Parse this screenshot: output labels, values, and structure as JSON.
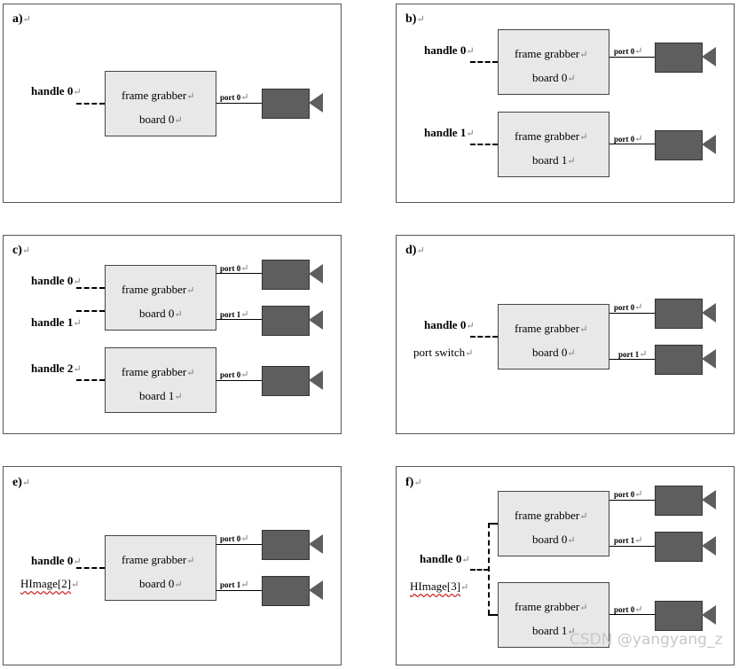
{
  "return_mark": "↵",
  "board_line1": "frame grabber",
  "panels": {
    "a": {
      "label": "a)",
      "handle_0": "handle 0",
      "board_0_line2": "board 0",
      "port_0": "port 0"
    },
    "b": {
      "label": "b)",
      "handle_0": "handle 0",
      "handle_1": "handle 1",
      "board_0_line2": "board 0",
      "board_1_line2": "board 1",
      "port_0_top": "port 0",
      "port_0_bottom": "port 0"
    },
    "c": {
      "label": "c)",
      "handle_0": "handle 0",
      "handle_1": "handle 1",
      "handle_2": "handle 2",
      "board_0_line2": "board 0",
      "board_1_line2": "board 1",
      "port_0_top": "port 0",
      "port_1": "port 1",
      "port_0_bottom": "port 0"
    },
    "d": {
      "label": "d)",
      "handle_0": "handle 0",
      "port_switch": "port switch",
      "board_0_line2": "board 0",
      "port_0": "port 0",
      "port_1": "port 1"
    },
    "e": {
      "label": "e)",
      "handle_0": "handle 0",
      "himage": "HImage[2]",
      "board_0_line2": "board 0",
      "port_0": "port 0",
      "port_1": "port 1"
    },
    "f": {
      "label": "f)",
      "handle_0": "handle 0",
      "himage": "HImage[3]",
      "board_0_line2": "board 0",
      "board_1_line2": "board 1",
      "port_0_top": "port 0",
      "port_1": "port 1",
      "port_0_bottom": "port 0"
    }
  },
  "watermark": "CSDN @yangyang_z"
}
